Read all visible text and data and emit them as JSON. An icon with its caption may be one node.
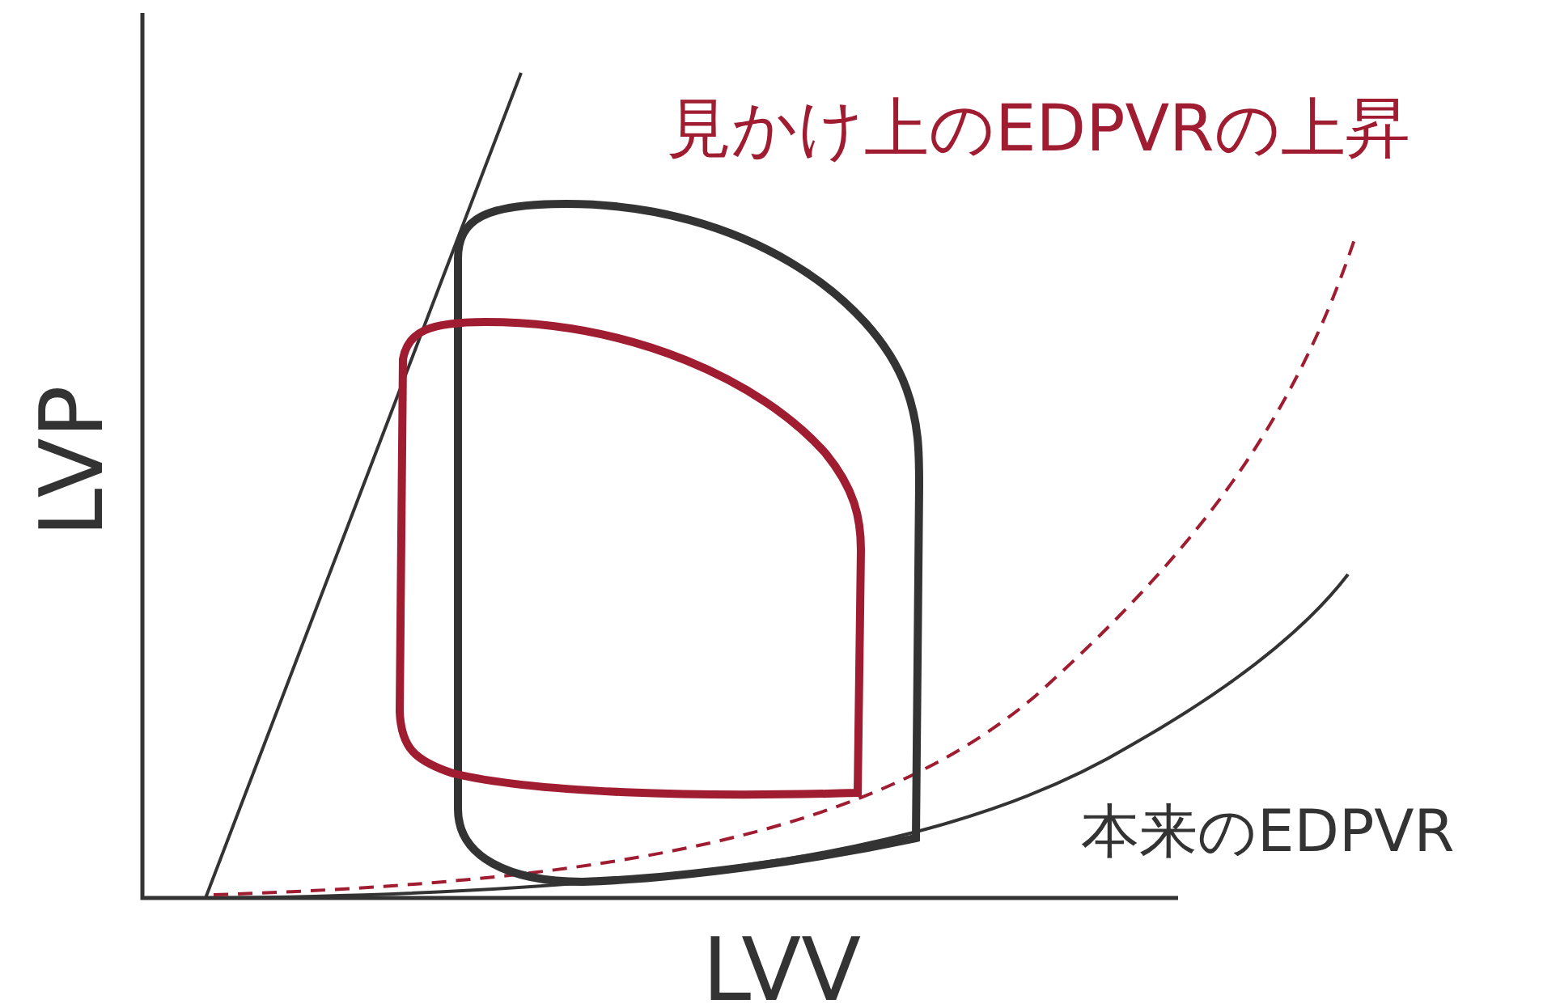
{
  "diagram": {
    "labels": [
      "見かけ上のEDPVRの上昇",
      "LVP",
      "本来のEDPVR",
      "LVV"
    ]
  }
}
